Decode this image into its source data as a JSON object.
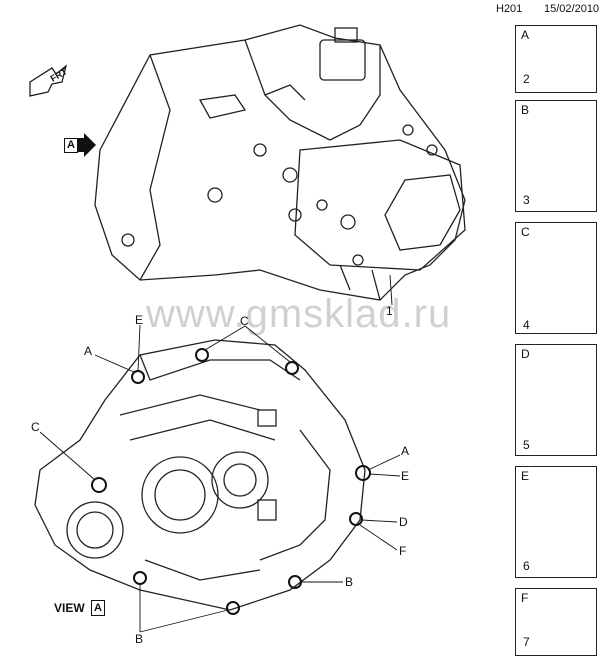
{
  "header": {
    "code": "H201",
    "date": "15/02/2010"
  },
  "watermark": "www.gmsklad.ru",
  "labels": {
    "frt": "FRT",
    "arrow_view": "A",
    "view": "VIEW",
    "view_letter": "A",
    "part_1": "1"
  },
  "panels": [
    {
      "letter": "A",
      "number": "2"
    },
    {
      "letter": "B",
      "number": "3"
    },
    {
      "letter": "C",
      "number": "4"
    },
    {
      "letter": "D",
      "number": "5"
    },
    {
      "letter": "E",
      "number": "6"
    },
    {
      "letter": "F",
      "number": "7"
    }
  ],
  "callouts": {
    "top_e": "E",
    "top_c": "C",
    "left_a": "A",
    "left_c": "C",
    "right_a": "A",
    "right_e": "E",
    "right_d": "D",
    "right_f": "F",
    "bottom_b_right": "B",
    "bottom_b_left": "B"
  }
}
